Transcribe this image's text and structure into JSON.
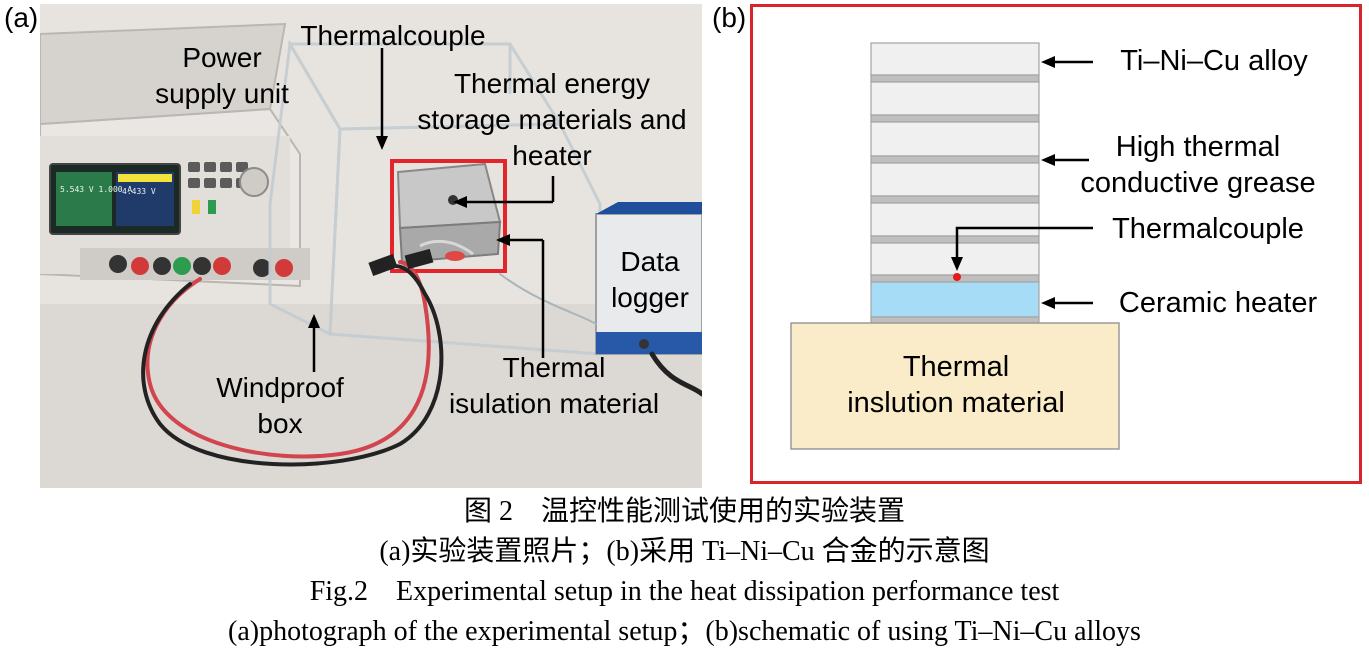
{
  "panel_a": {
    "label": "(a)",
    "labels": {
      "power": "Power\nsupply unit",
      "thermalcouple": "Thermalcouple",
      "tes": "Thermal energy\nstorage materials and\nheater",
      "data_logger": "Data\nlogger",
      "windproof": "Windproof\nbox",
      "insulation": "Thermal\nisulation material"
    },
    "psu_screen_left": "5.543 V  1.000 A",
    "psu_screen_right": "4.433 V"
  },
  "panel_b": {
    "label": "(b)",
    "labels": {
      "alloy": "Ti–Ni–Cu alloy",
      "grease": "High thermal\nconductive grease",
      "thermalcouple": "Thermalcouple",
      "heater": "Ceramic heater",
      "insulation": "Thermal\ninslution material"
    },
    "colors": {
      "frame": "#d7262b",
      "alloy": "#f0f0f0",
      "grease": "#bfbfbf",
      "heater": "#a6dcf5",
      "insulation": "#faecc8",
      "sensor": "#e41a1c"
    }
  },
  "caption": {
    "line1": "图 2　温控性能测试使用的实验装置",
    "line2": "(a)实验装置照片；(b)采用 Ti–Ni–Cu 合金的示意图",
    "line3": "Fig.2　Experimental setup in the heat dissipation performance test",
    "line4": "(a)photograph of the experimental setup；(b)schematic of using Ti–Ni–Cu alloys"
  }
}
